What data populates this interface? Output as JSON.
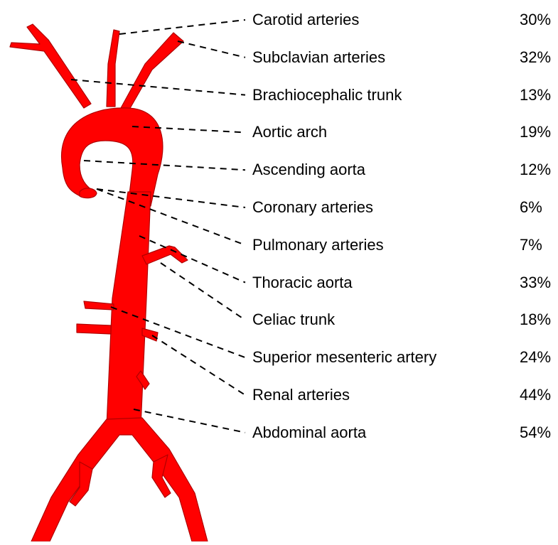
{
  "colors": {
    "artery": "#ff0000",
    "artery_outline": "#b00000",
    "leader": "#000000"
  },
  "arteries": [
    {
      "name": "Carotid arteries",
      "percent": "30%"
    },
    {
      "name": "Subclavian arteries",
      "percent": "32%"
    },
    {
      "name": "Brachiocephalic trunk",
      "percent": "13%"
    },
    {
      "name": "Aortic arch",
      "percent": "19%"
    },
    {
      "name": "Ascending aorta",
      "percent": "12%"
    },
    {
      "name": "Coronary arteries",
      "percent": "6%"
    },
    {
      "name": "Pulmonary arteries",
      "percent": "7%"
    },
    {
      "name": "Thoracic aorta",
      "percent": "33%"
    },
    {
      "name": "Celiac trunk",
      "percent": "18%"
    },
    {
      "name": "Superior mesenteric artery",
      "percent": "24%"
    },
    {
      "name": "Renal arteries",
      "percent": "44%"
    },
    {
      "name": "Abdominal aorta",
      "percent": "54%"
    }
  ]
}
